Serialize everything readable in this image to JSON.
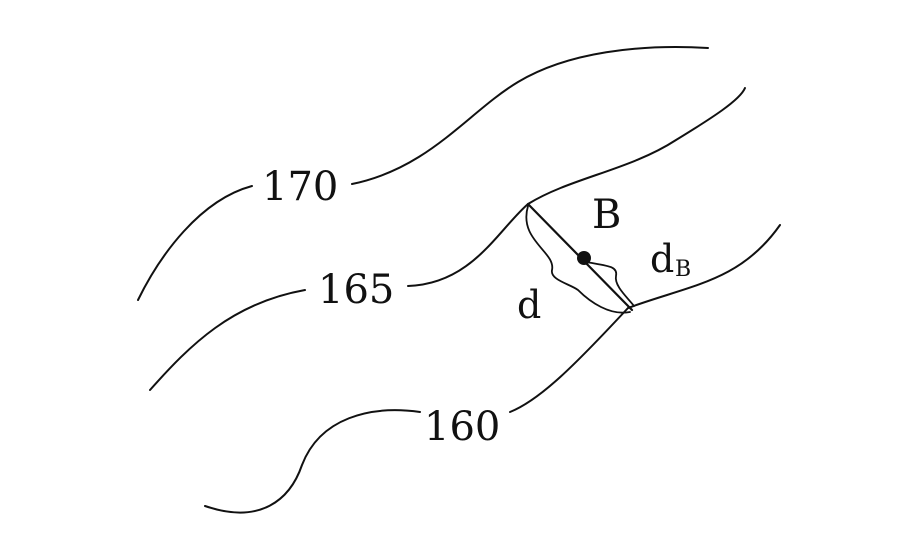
{
  "contours": [
    {
      "value": "170"
    },
    {
      "value": "165"
    },
    {
      "value": "160"
    }
  ],
  "point": {
    "label": "B"
  },
  "distances": {
    "d": "d",
    "d_B_main": "d",
    "d_B_sub": "B"
  },
  "colors": {
    "ink": "#111111",
    "background": "#ffffff"
  }
}
